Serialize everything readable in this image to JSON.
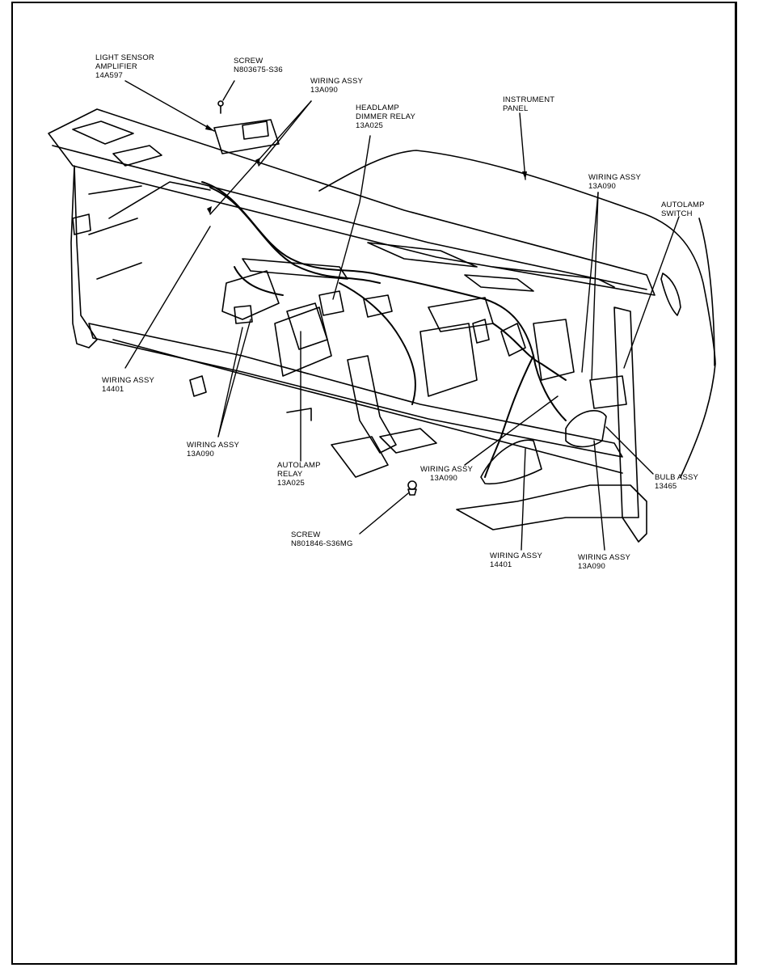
{
  "labels": {
    "light_sensor_amplifier": {
      "line1": "LIGHT SENSOR",
      "line2": "AMPLIFIER",
      "line3": "14A597"
    },
    "screw_top": {
      "line1": "SCREW",
      "line2": "N803675-S36"
    },
    "wiring_top": {
      "line1": "WIRING ASSY",
      "line2": "13A090"
    },
    "headlamp_dimmer_relay": {
      "line1": "HEADLAMP",
      "line2": "DIMMER RELAY",
      "line3": "13A025"
    },
    "instrument_panel": {
      "line1": "INSTRUMENT",
      "line2": "PANEL"
    },
    "wiring_right": {
      "line1": "WIRING ASSY",
      "line2": "13A090"
    },
    "autolamp_switch": {
      "line1": "AUTOLAMP",
      "line2": "SWITCH"
    },
    "wiring_14401_left": {
      "line1": "WIRING ASSY",
      "line2": "14401"
    },
    "wiring_13a090_left": {
      "line1": "WIRING ASSY",
      "line2": "13A090"
    },
    "autolamp_relay": {
      "line1": "AUTOLAMP",
      "line2": "RELAY",
      "line3": "13A025"
    },
    "wiring_center": {
      "line1": "WIRING ASSY",
      "line2": "13A090"
    },
    "bulb_assy": {
      "line1": "BULB ASSY",
      "line2": "13465"
    },
    "screw_bottom": {
      "line1": "SCREW",
      "line2": "N801846-S36MG"
    },
    "wiring_14401_bottom": {
      "line1": "WIRING ASSY",
      "line2": "14401"
    },
    "wiring_13a090_bottom": {
      "line1": "WIRING ASSY",
      "line2": "13A090"
    }
  }
}
